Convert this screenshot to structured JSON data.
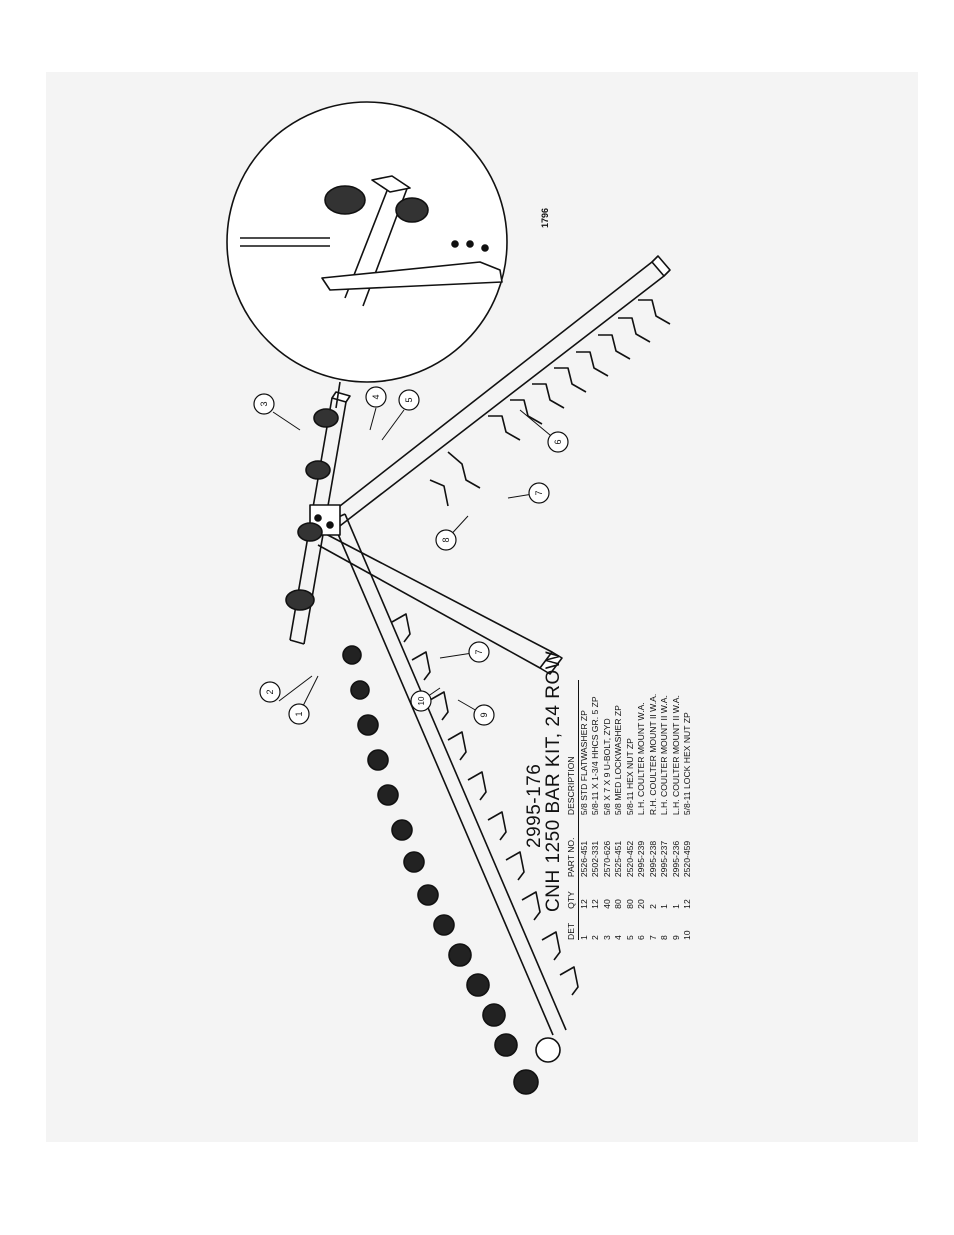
{
  "drawing": {
    "kit_number": "2995-176",
    "kit_title": "CNH 1250 BAR KIT, 24 ROW",
    "drawing_id": "1796"
  },
  "parts_table": {
    "headers": [
      "DET",
      "QTY",
      "PART NO.",
      "DESCRIPTION"
    ],
    "rows": [
      {
        "det": "1",
        "qty": "12",
        "part_no": "2526-451",
        "description": "5/8 STD FLATWASHER ZP"
      },
      {
        "det": "2",
        "qty": "12",
        "part_no": "2502-331",
        "description": "5/8-11 X 1-3/4 HHCS GR. 5 ZP"
      },
      {
        "det": "3",
        "qty": "40",
        "part_no": "2570-626",
        "description": "5/8 X 7 X 9 U-BOLT, ZYD"
      },
      {
        "det": "4",
        "qty": "80",
        "part_no": "2525-451",
        "description": "5/8 MED LOCKWASHER ZP"
      },
      {
        "det": "5",
        "qty": "80",
        "part_no": "2520-452",
        "description": "5/8-11 HEX NUT ZP"
      },
      {
        "det": "6",
        "qty": "20",
        "part_no": "2995-239",
        "description": "L.H. COULTER MOUNT W.A."
      },
      {
        "det": "7",
        "qty": "2",
        "part_no": "2995-238",
        "description": "R.H. COULTER MOUNT II W.A."
      },
      {
        "det": "8",
        "qty": "1",
        "part_no": "2995-237",
        "description": "L.H. COULTER MOUNT II W.A."
      },
      {
        "det": "9",
        "qty": "1",
        "part_no": "2995-236",
        "description": "L.H. COULTER MOUNT II W.A."
      },
      {
        "det": "10",
        "qty": "12",
        "part_no": "2520-459",
        "description": "5/8-11 LOCK HEX NUT ZP"
      }
    ]
  },
  "callouts": [
    {
      "label": "1"
    },
    {
      "label": "2"
    },
    {
      "label": "3"
    },
    {
      "label": "4"
    },
    {
      "label": "5"
    },
    {
      "label": "6"
    },
    {
      "label": "7"
    },
    {
      "label": "7"
    },
    {
      "label": "8"
    },
    {
      "label": "9"
    },
    {
      "label": "10"
    }
  ]
}
